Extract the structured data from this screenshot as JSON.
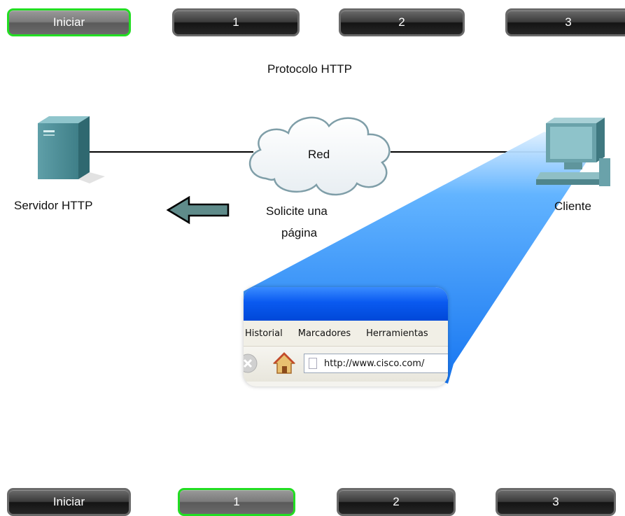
{
  "nav_top": [
    "Iniciar",
    "1",
    "2",
    "3"
  ],
  "nav_bottom": [
    "Iniciar",
    "1",
    "2",
    "3"
  ],
  "title": "Protocolo HTTP",
  "server_label": "Servidor HTTP",
  "network_label": "Red",
  "client_label": "Cliente",
  "request_text_line1": "Solicite una",
  "request_text_line2": "página",
  "browser": {
    "menu": [
      "Historial",
      "Marcadores",
      "Herramientas"
    ],
    "url": "http://www.cisco.com/"
  },
  "colors": {
    "active_outline": "#22dd22",
    "beam": "#1a8cff",
    "arrow": "#5f8b8a"
  }
}
